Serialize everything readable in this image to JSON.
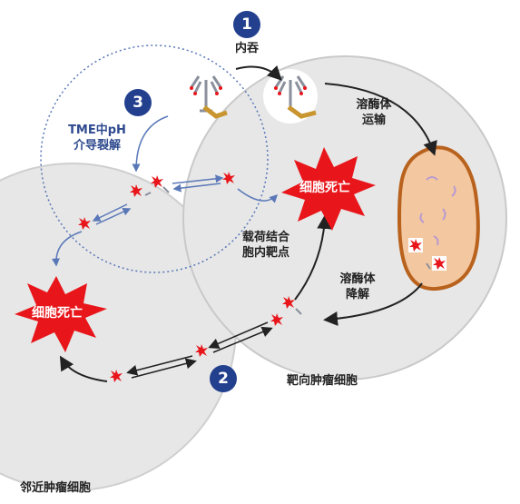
{
  "colors": {
    "cell_fill": "#e7e7e7",
    "cell_stroke": "#c9c9c9",
    "accent_blue": "#23408e",
    "death_red": "#e8161b",
    "lysosome_fill": "#f3c7a0",
    "lysosome_stroke": "#b8621d",
    "antibody_gray": "#8a8f9c",
    "linker_gold": "#c9952e"
  },
  "steps": {
    "step1": {
      "number": "1",
      "label": "内吞"
    },
    "step2": {
      "number": "2"
    },
    "step3": {
      "number": "3",
      "label_line1": "TME中pH",
      "label_line2": "介导裂解"
    }
  },
  "labels": {
    "lysosome_transport_line1": "溶酶体",
    "lysosome_transport_line2": "运输",
    "payload_bind_line1": "载荷结合",
    "payload_bind_line2": "胞内靶点",
    "lysosome_degrade_line1": "溶酶体",
    "lysosome_degrade_line2": "降解",
    "cell_death_target": "细胞死亡",
    "cell_death_neighbor": "细胞死亡",
    "target_cell": "靶向肿瘤细胞",
    "neighbor_cell": "邻近肿瘤细胞"
  }
}
